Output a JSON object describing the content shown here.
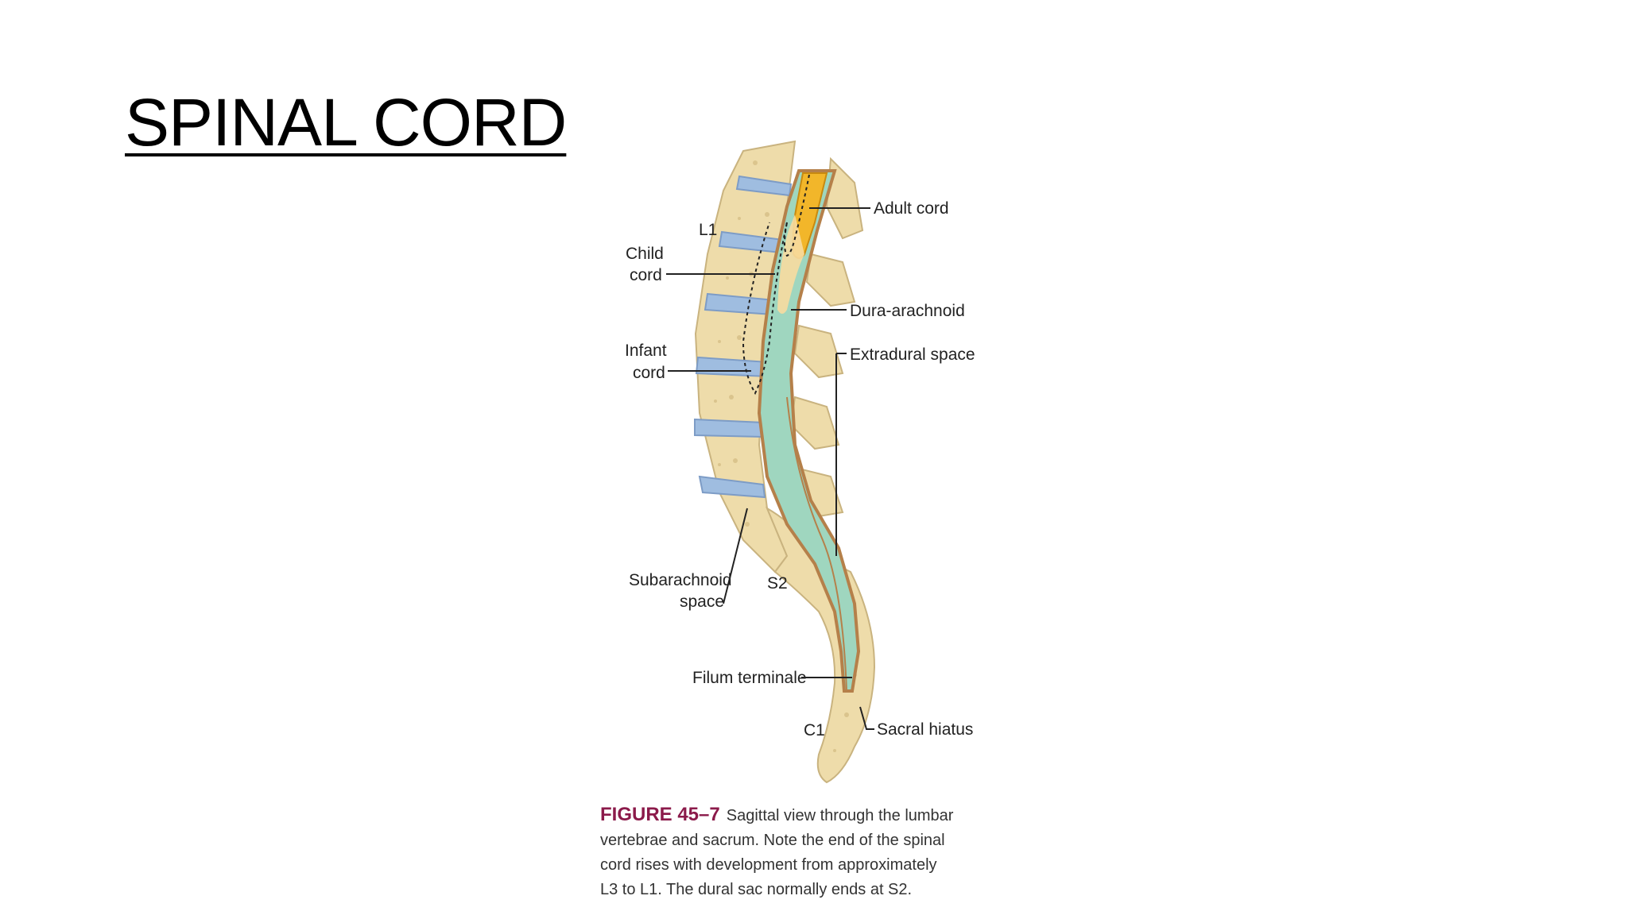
{
  "slide": {
    "title": "SPINAL CORD"
  },
  "figure": {
    "labels": {
      "l1": "L1",
      "child_cord_line1": "Child",
      "child_cord_line2": "cord",
      "infant_cord_line1": "Infant",
      "infant_cord_line2": "cord",
      "subarachnoid_line1": "Subarachnoid",
      "subarachnoid_line2": "space",
      "s2": "S2",
      "filum_terminale": "Filum terminale",
      "c1": "C1",
      "adult_cord": "Adult cord",
      "dura_arachnoid": "Dura-arachnoid",
      "extradural_space": "Extradural space",
      "sacral_hiatus": "Sacral hiatus"
    },
    "caption": {
      "label": "FIGURE 45–7",
      "text": "Sagittal view through the lumbar vertebrae and sacrum. Note the end of the spinal cord rises with development from approximately L3 to L1. The dural sac normally ends at S2."
    },
    "colors": {
      "bone": "#eedcaa",
      "disc": "#9fbde0",
      "csf": "#9fd6bf",
      "dura": "#b5804a",
      "cord": "#f2b62a",
      "caption_label": "#8b1a4a"
    }
  }
}
